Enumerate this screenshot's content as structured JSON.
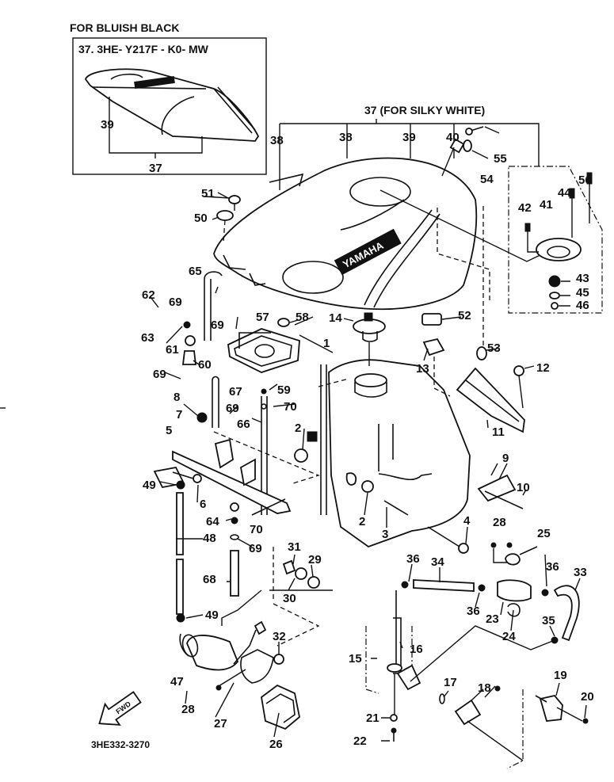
{
  "inset": {
    "heading": "FOR BLUISH BLACK",
    "part_code": "37. 3HE- Y217F - K0- MW",
    "labels": [
      "39",
      "37"
    ]
  },
  "main_header": "37 (FOR SILKY WHITE)",
  "brand_text": "YAMAHA",
  "fwd_label": "FWD",
  "diagram_code": "3HE332-3270",
  "part_labels": {
    "p1": "1",
    "p2a": "2",
    "p2b": "2",
    "p3": "3",
    "p4": "4",
    "p5": "5",
    "p6": "6",
    "p7": "7",
    "p8": "8",
    "p9": "9",
    "p10": "10",
    "p11": "11",
    "p12": "12",
    "p13": "13",
    "p14": "14",
    "p15": "15",
    "p16": "16",
    "p17": "17",
    "p18": "18",
    "p19": "19",
    "p20": "20",
    "p21": "21",
    "p22": "22",
    "p23": "23",
    "p24": "24",
    "p25": "25",
    "p26": "26",
    "p27": "27",
    "p28a": "28",
    "p28b": "28",
    "p29": "29",
    "p30": "30",
    "p31": "31",
    "p32": "32",
    "p33": "33",
    "p34": "34",
    "p35": "35",
    "p36a": "36",
    "p36b": "36",
    "p36c": "36",
    "p38a": "38",
    "p38b": "38",
    "p39": "39",
    "p40": "40",
    "p41": "41",
    "p42": "42",
    "p43": "43",
    "p44": "44",
    "p45": "45",
    "p46": "46",
    "p47": "47",
    "p48": "48",
    "p49a": "49",
    "p49b": "49",
    "p50": "50",
    "p51": "51",
    "p52": "52",
    "p53": "53",
    "p54": "54",
    "p55": "55",
    "p56": "56",
    "p57": "57",
    "p58": "58",
    "p59": "59",
    "p60": "60",
    "p61": "61",
    "p62": "62",
    "p63": "63",
    "p64": "64",
    "p65": "65",
    "p66": "66",
    "p67": "67",
    "p68": "68",
    "p69a": "69",
    "p69b": "69",
    "p69c": "69",
    "p69d": "69",
    "p69e": "69",
    "p70a": "70",
    "p70b": "70"
  }
}
